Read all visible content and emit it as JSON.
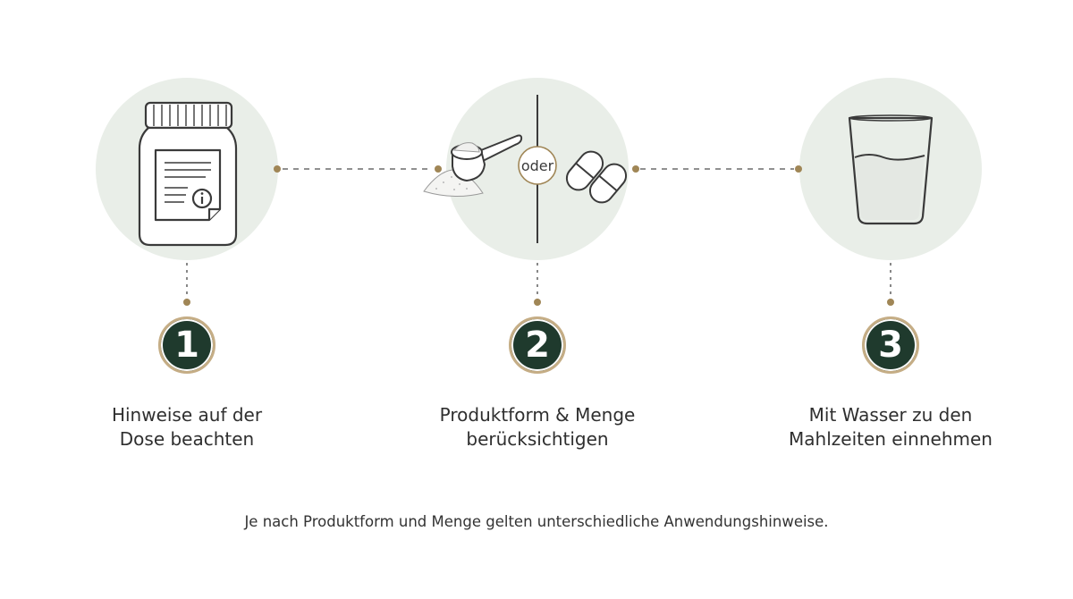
{
  "colors": {
    "circle_bg": "#e9eee8",
    "badge_bg": "#1f3a2d",
    "badge_ring": "#c5ad85",
    "accent_dot": "#a08656",
    "connector": "#6b6b6b",
    "icon_stroke": "#3a3a3a"
  },
  "steps": [
    {
      "number": "1",
      "label_line1": "Hinweise auf der",
      "label_line2": "Dose beachten",
      "icon": "jar-with-info-label-icon"
    },
    {
      "number": "2",
      "label_line1": "Produktform & Menge",
      "label_line2": "berücksichtigen",
      "icon": "powder-scoop-or-capsules-icon",
      "divider_label": "oder"
    },
    {
      "number": "3",
      "label_line1": "Mit Wasser zu den",
      "label_line2": "Mahlzeiten einnehmen",
      "icon": "glass-of-water-icon"
    }
  ],
  "footnote": "Je nach Produktform und Menge gelten unterschiedliche Anwendungshinweise."
}
